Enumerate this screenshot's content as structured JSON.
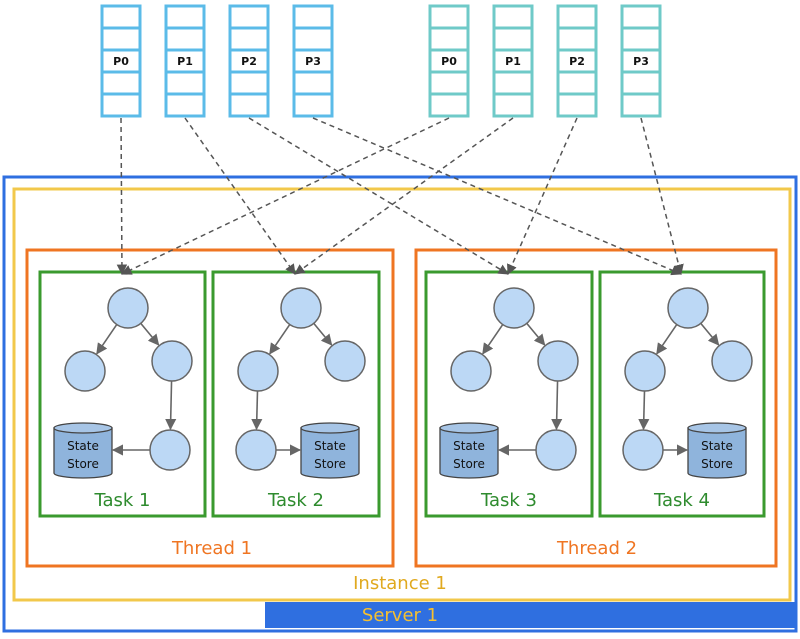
{
  "server": {
    "label": "Server 1"
  },
  "instance": {
    "label": "Instance 1"
  },
  "threads": [
    {
      "label": "Thread 1"
    },
    {
      "label": "Thread 2"
    }
  ],
  "tasks": [
    {
      "label": "Task 1",
      "store_line1": "State",
      "store_line2": "Store"
    },
    {
      "label": "Task 2",
      "store_line1": "State",
      "store_line2": "Store"
    },
    {
      "label": "Task 3",
      "store_line1": "State",
      "store_line2": "Store"
    },
    {
      "label": "Task 4",
      "store_line1": "State",
      "store_line2": "Store"
    }
  ],
  "topics": [
    {
      "partitions": [
        "P0",
        "P1",
        "P2",
        "P3"
      ],
      "color": "#5bbbe8"
    },
    {
      "partitions": [
        "P0",
        "P1",
        "P2",
        "P3"
      ],
      "color": "#6fcac8"
    }
  ],
  "colors": {
    "server": "#2f6fe0",
    "instance": "#f2c84b",
    "thread": "#ef7522",
    "task": "#3a9a2e",
    "node_fill": "#bcd8f5",
    "node_stroke": "#666666",
    "store_fill": "#8fb4dc"
  }
}
